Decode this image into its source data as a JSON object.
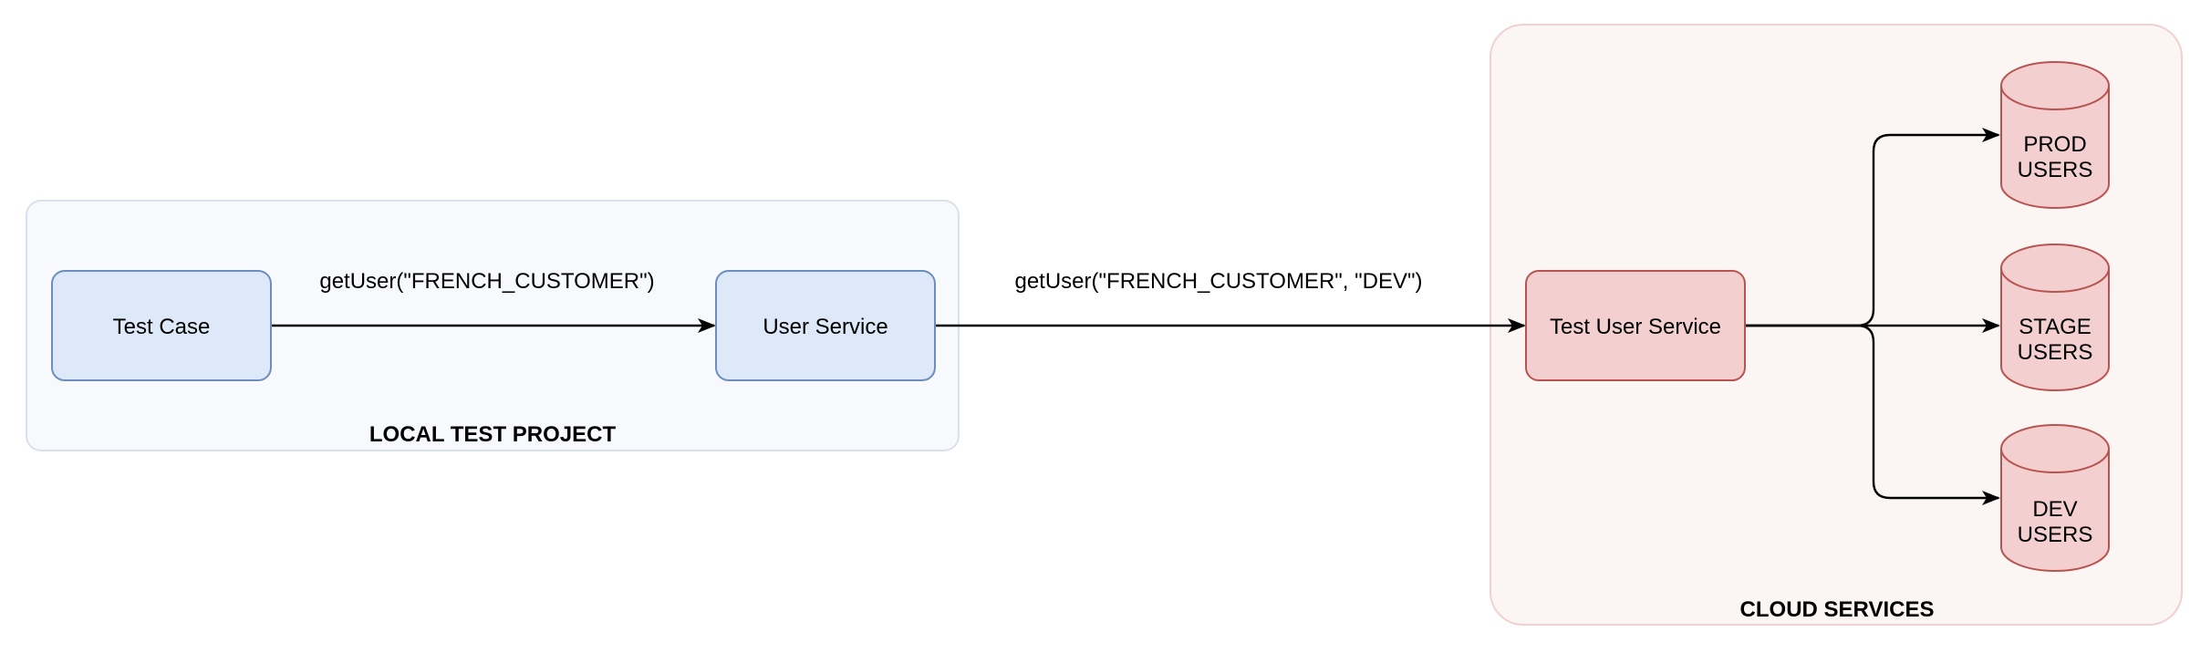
{
  "groups": {
    "local": {
      "label": "LOCAL TEST PROJECT"
    },
    "cloud": {
      "label": "CLOUD SERVICES"
    }
  },
  "nodes": {
    "test_case": {
      "label": "Test Case"
    },
    "user_service": {
      "label": "User Service"
    },
    "test_user_service": {
      "label": "Test User Service"
    },
    "prod_db": {
      "line1": "PROD",
      "line2": "USERS"
    },
    "stage_db": {
      "line1": "STAGE",
      "line2": "USERS"
    },
    "dev_db": {
      "line1": "DEV",
      "line2": "USERS"
    }
  },
  "edges": {
    "local_call": {
      "label": "getUser(\"FRENCH_CUSTOMER\")"
    },
    "remote_call": {
      "label": "getUser(\"FRENCH_CUSTOMER\", \"DEV\")"
    }
  },
  "colors": {
    "local_group_fill": "#f7f9fc",
    "local_group_stroke": "#d9e1ec",
    "local_node_fill": "#dde8f8",
    "local_node_stroke": "#6c8ebf",
    "cloud_group_fill": "#fbf5f4",
    "cloud_group_stroke": "#f0d0d0",
    "cloud_node_fill": "#f3cfcf",
    "cloud_node_stroke": "#b85450",
    "edge": "#000000"
  }
}
